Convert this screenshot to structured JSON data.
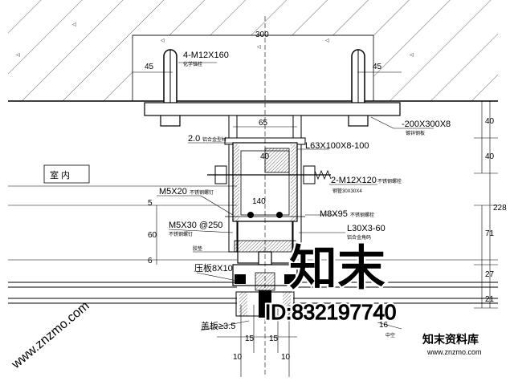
{
  "labels": {
    "dim_top": "300",
    "left_45": "45",
    "right_45": "45",
    "bolts_top": "4-M12X160",
    "bolts_top_note": "化学锚栓",
    "plate_200": "-200X300X8",
    "plate_200_note": "镀锌钢板",
    "dim_65": "65",
    "thk_2": "2.0",
    "thk_2_note": "铝合金型材",
    "angle_l63": "L63X100X8-100",
    "dim_40": "40",
    "room": "室 内",
    "bolt_m12": "2-M12X120",
    "bolt_m12_note": "不锈钢螺栓",
    "pipe_30": "钢管30X30X4",
    "m5x20": "M5X20",
    "m5x20_note": "不锈钢螺钉",
    "dim_140": "140",
    "m8x95": "M8X95",
    "m8x95_note": "不锈钢螺栓",
    "m5x30": "M5X30 @250",
    "m5x30_note": "不锈钢螺钉",
    "l30": "L30X3-60",
    "l30_note": "铝合金角码",
    "left_pad": "胶垫",
    "gasket": "压板8X10",
    "cover": "盖板≥3.5",
    "glass_16": "16",
    "glass_note": "中空",
    "right_40a": "40",
    "right_40b": "40",
    "right_228": "228",
    "right_71": "71",
    "right_27": "27",
    "right_21": "21",
    "left_5": "5",
    "left_60": "60",
    "left_6": "6",
    "bot_10a": "10",
    "bot_15a": "15",
    "bot_15b": "15",
    "bot_10b": "10"
  },
  "watermark": {
    "brand_big": "知末",
    "id_text": "ID:832197740",
    "site_cn": "知末资料库",
    "site_url": "www.znzmo.com",
    "diag_url": "www.znzmo.com"
  },
  "colors": {
    "line": "#000000",
    "hatch": "#000000",
    "watermark": "#d8d8d8",
    "bg": "#ffffff"
  }
}
